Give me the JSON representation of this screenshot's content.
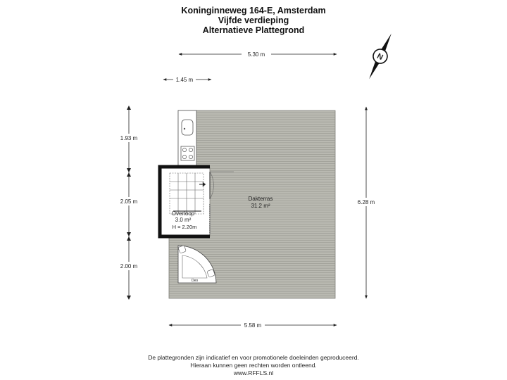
{
  "header": {
    "address": "Koninginneweg 164-E, Amsterdam",
    "floor": "Vijfde verdieping",
    "plan_type": "Alternatieve Plattegrond"
  },
  "dimensions": {
    "top_width": "5.30 m",
    "top_offset": "1.45 m",
    "left_1": "1.93 m",
    "left_2": "2.05 m",
    "left_3": "2.00 m",
    "right_height": "6.28 m",
    "bottom_width": "5.58 m"
  },
  "rooms": {
    "terrace": {
      "name": "Dakterras",
      "area": "31.2 m²"
    },
    "landing": {
      "name": "Overloop",
      "area": "3.0 m²",
      "height": "H = 2.20m"
    }
  },
  "furniture": {
    "bath_label": "Deo"
  },
  "compass": {
    "label": "N"
  },
  "footer": {
    "line1": "De plattegronden zijn indicatief en voor promotionele doeleinden geproduceerd.",
    "line2": "Hieraan kunnen geen rechten worden ontleend.",
    "line3": "www.RFFLS.nl"
  },
  "colors": {
    "deck": "#b9b9b1",
    "deck_line": "#8f8f88",
    "wall": "#111111"
  }
}
